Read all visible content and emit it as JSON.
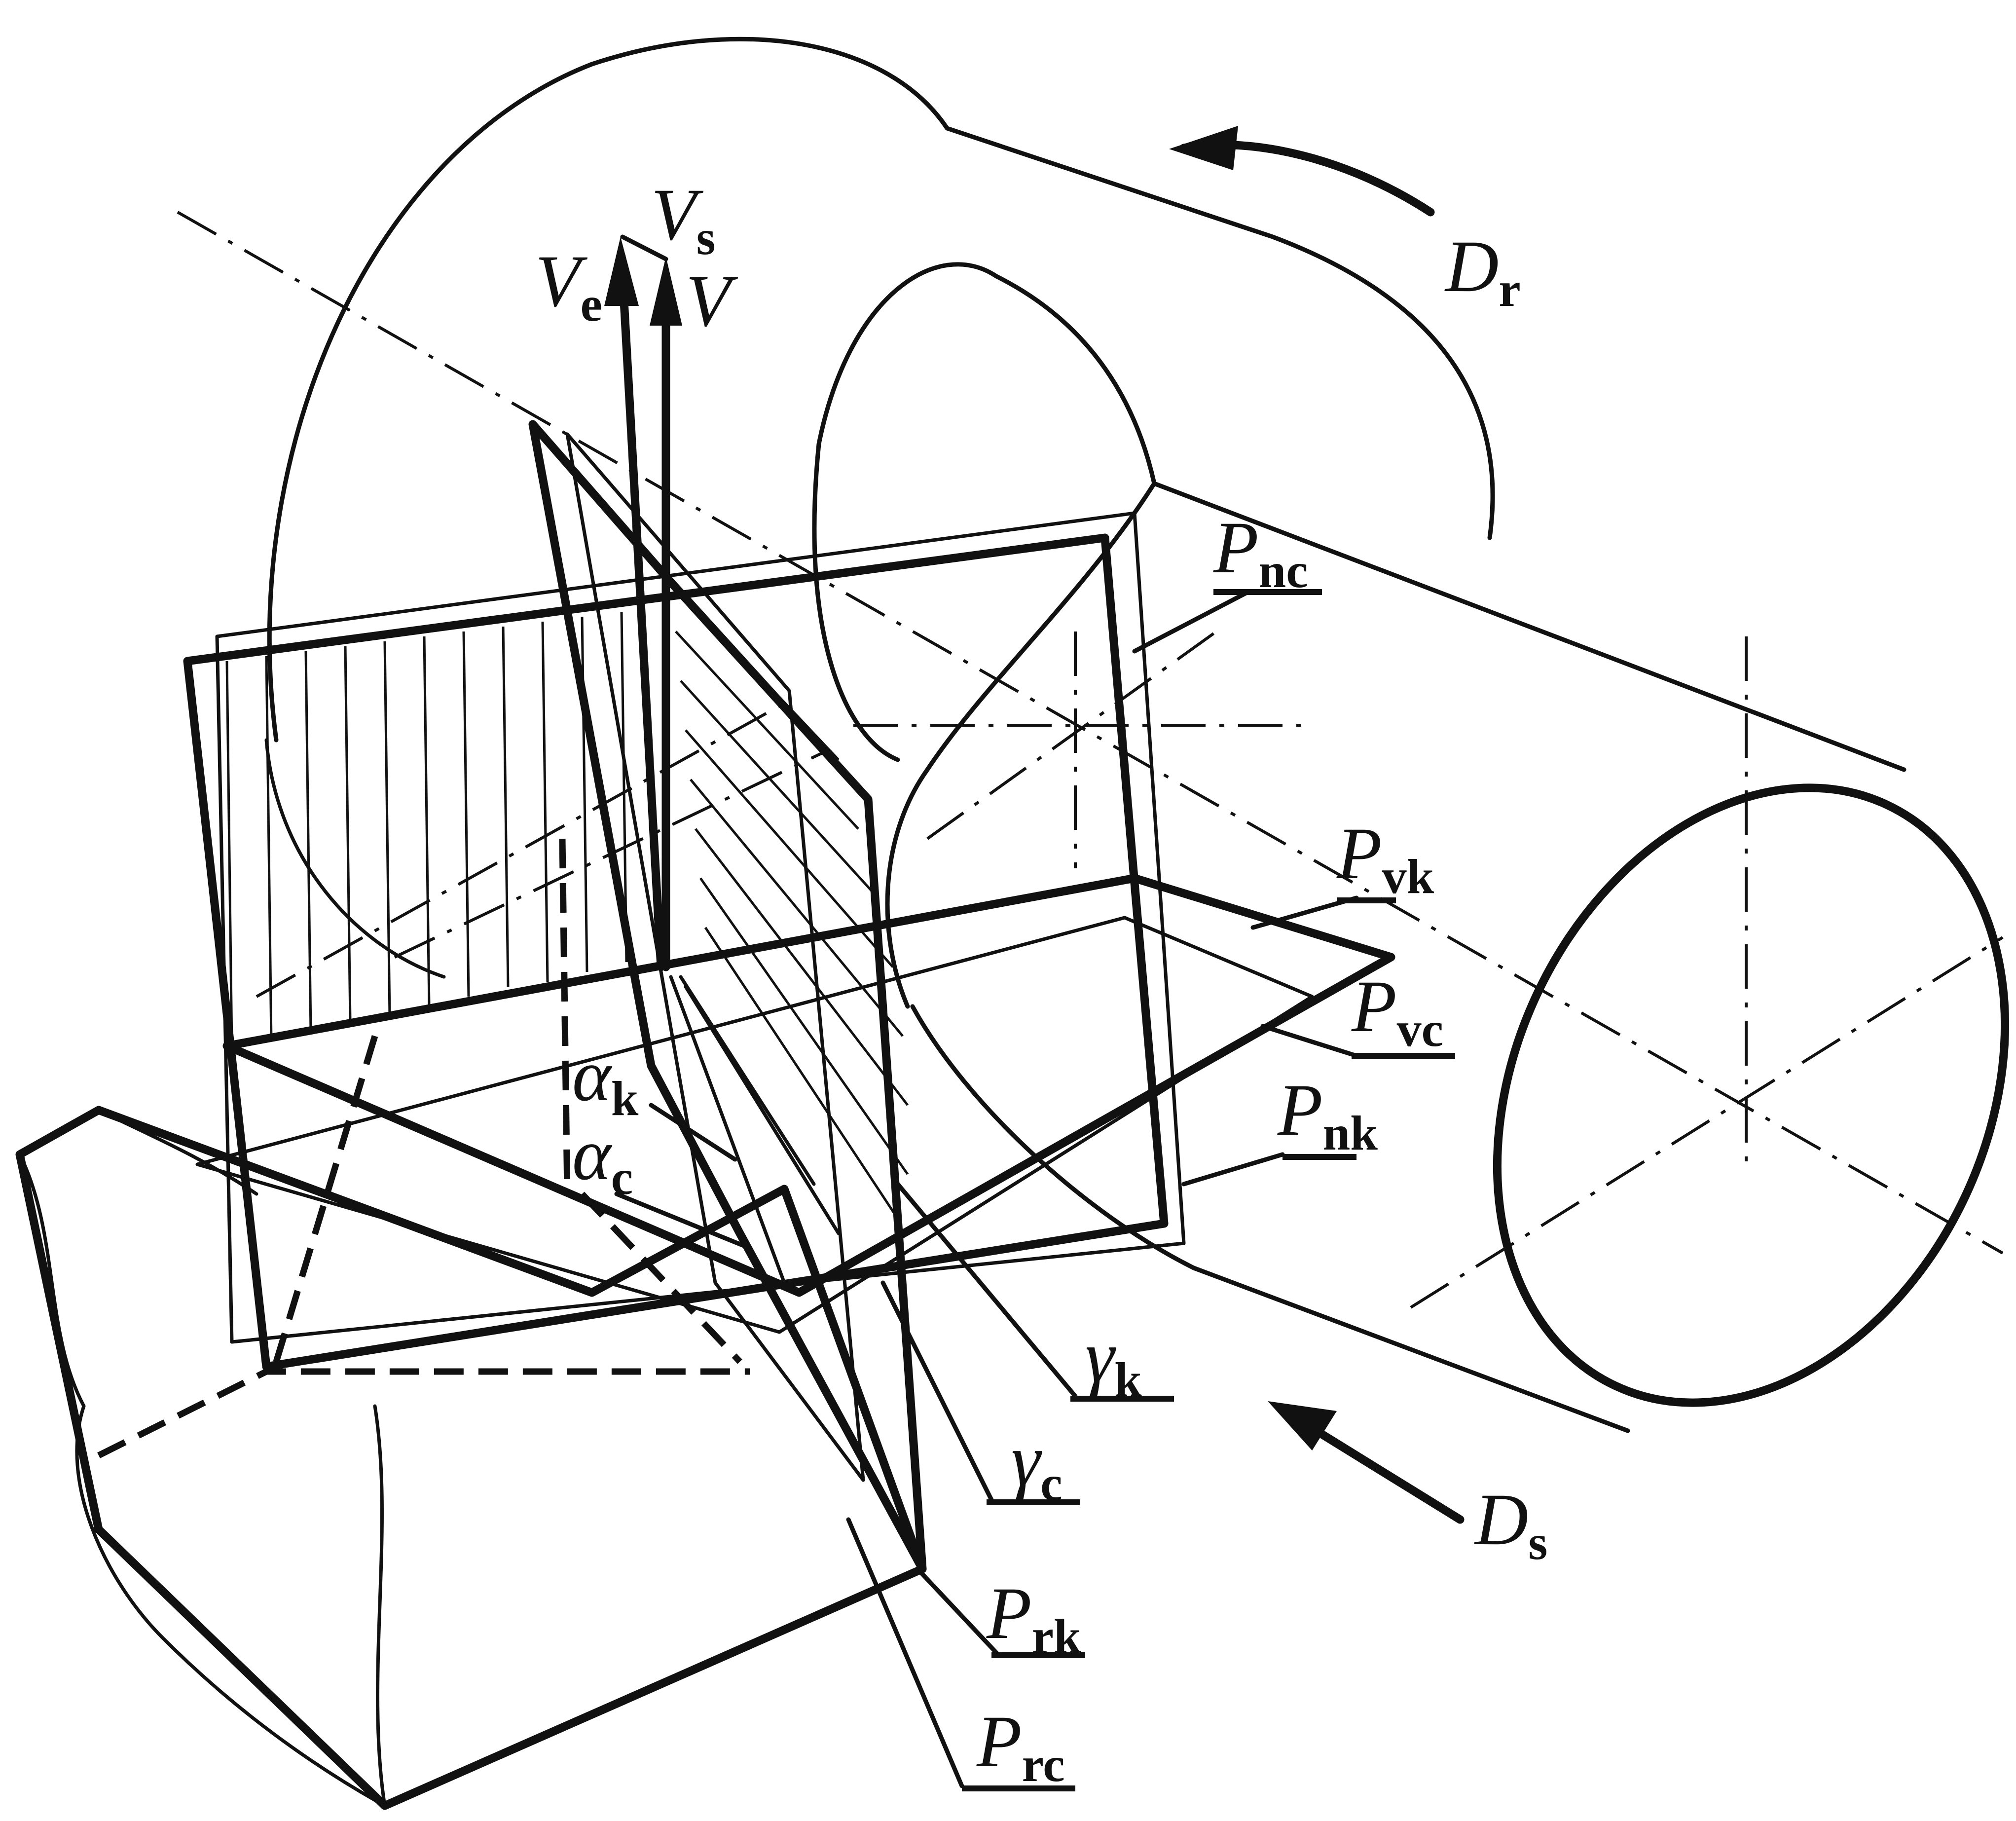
{
  "labels": {
    "Vs": {
      "main": "V",
      "sub": "s"
    },
    "Ve": {
      "main": "V",
      "sub": "e"
    },
    "V": {
      "main": "V",
      "sub": ""
    },
    "Dr": {
      "main": "D",
      "sub": "r"
    },
    "Ds": {
      "main": "D",
      "sub": "s"
    },
    "Pnc": {
      "main": "P",
      "sub": "nc"
    },
    "Pvk": {
      "main": "P",
      "sub": "vk"
    },
    "Pvc": {
      "main": "P",
      "sub": "vc"
    },
    "Pnk": {
      "main": "P",
      "sub": "nk"
    },
    "Prk": {
      "main": "P",
      "sub": "rk"
    },
    "Prc": {
      "main": "P",
      "sub": "rc"
    },
    "ak": {
      "main": "α",
      "sub": "k"
    },
    "ac": {
      "main": "α",
      "sub": "c"
    },
    "gk": {
      "main": "γ",
      "sub": "k"
    },
    "gc": {
      "main": "γ",
      "sub": "c"
    }
  },
  "colors": {
    "ink": "#111111",
    "background": "#ffffff"
  }
}
